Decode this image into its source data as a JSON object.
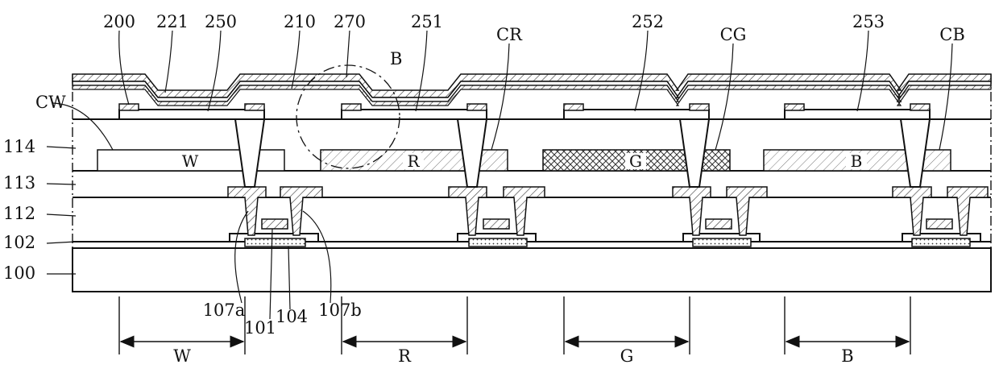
{
  "labels": {
    "l200": "200",
    "l221": "221",
    "l250": "250",
    "l210": "210",
    "l270": "270",
    "l251": "251",
    "lCR": "CR",
    "l252": "252",
    "lCG": "CG",
    "l253": "253",
    "lCB": "CB",
    "lBcircle": "B",
    "lCW": "CW",
    "l114": "114",
    "l113": "113",
    "l112": "112",
    "l102": "102",
    "l100": "100",
    "l107a": "107a",
    "l101": "101",
    "l104": "104",
    "l107b": "107b"
  },
  "filters": {
    "W": "W",
    "R": "R",
    "G": "G",
    "B": "B"
  },
  "subpixels": {
    "W": "W",
    "R": "R",
    "G": "G",
    "B": "B"
  }
}
